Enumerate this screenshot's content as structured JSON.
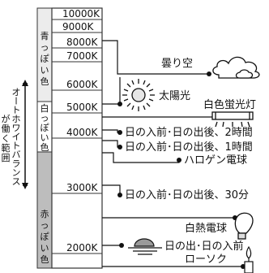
{
  "scale_labels": [
    "10000K",
    "9000K",
    "8000K",
    "7000K",
    "6000K",
    "5000K",
    "4000K",
    "3000K",
    "2000K"
  ],
  "zone_labels": {
    "bluish": [
      "青",
      "っ",
      "ぽ",
      "い",
      "色"
    ],
    "whitish": [
      "白",
      "っ",
      "ぽ",
      "い",
      "色"
    ],
    "reddish": [
      "赤",
      "っ",
      "ぽ",
      "い",
      "色"
    ]
  },
  "auto_wb_note": {
    "line1": [
      "オ",
      "ー",
      "ト",
      "ホ",
      "ワ",
      "イ",
      "ト",
      "バ",
      "ラ",
      "ン",
      "ス"
    ],
    "line2": [
      "が",
      "働",
      "く",
      "範",
      "囲"
    ]
  },
  "sources": {
    "cloudy": "曇り空",
    "sunny": "太陽光",
    "daylight_fluorescent": "白色蛍光灯",
    "sunrise_2h": "日の入前･日の出後、2時間",
    "sunrise_1h": "日の入前･日の出後、1時間",
    "halogen": "ハロゲン電球",
    "sunrise_30m": "日の入前･日の出後、30分",
    "incandescent": "白熱電球",
    "sunrise": "日の出･日の入前",
    "candle": "ローソク"
  },
  "icons": [
    "cloud-icon",
    "sun-icon",
    "fluorescent-tube-icon",
    "light-bulb-icon",
    "horizon-sun-icon",
    "candle-icon"
  ]
}
